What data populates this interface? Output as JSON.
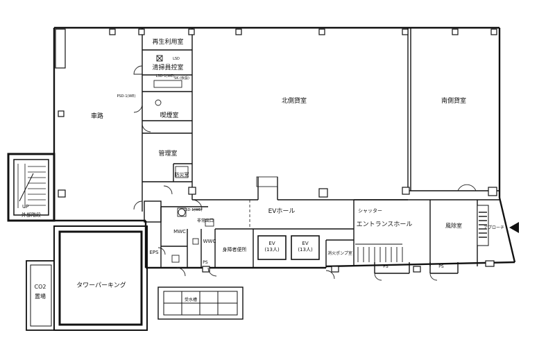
{
  "plan": {
    "labels": {
      "car_route": "車路",
      "recycling": "再生利用室",
      "cleaning": "清掃員控室",
      "smoking": "喫煙室",
      "management": "管理室",
      "security": "防災室",
      "north_tenant": "北側貸室",
      "south_tenant": "南側貸室",
      "ev_hall": "EVホール",
      "shutter": "シャッター",
      "entrance_hall": "エントランスホール",
      "windbreak": "風除室",
      "approach": "アプローチ",
      "exterior_stairs": "外部階段",
      "up": "UP",
      "eps": "EPS",
      "mwc": "MWC",
      "wwc": "WWC",
      "ev1": "EV",
      "ev1_cap": "(13人)",
      "ev2": "EV",
      "ev2_cap": "(13人)",
      "emergency_exit": "非常出口",
      "toilet_loc": "身障者便所",
      "fire_pump": "消火ポンプ室",
      "ps1": "PS",
      "ps2": "PS",
      "ps3": "PS",
      "tower_parking": "タワーパーキング",
      "co2": "CO2",
      "co2_area": "置場",
      "water_tank": "受水槽",
      "psd": "PSD-1(WE)",
      "sk": "SK (仮設)",
      "lsd_top": "LSD-1(WE)",
      "lsd_left": "LSD-1(WE)",
      "small_tag": "LSD"
    }
  }
}
